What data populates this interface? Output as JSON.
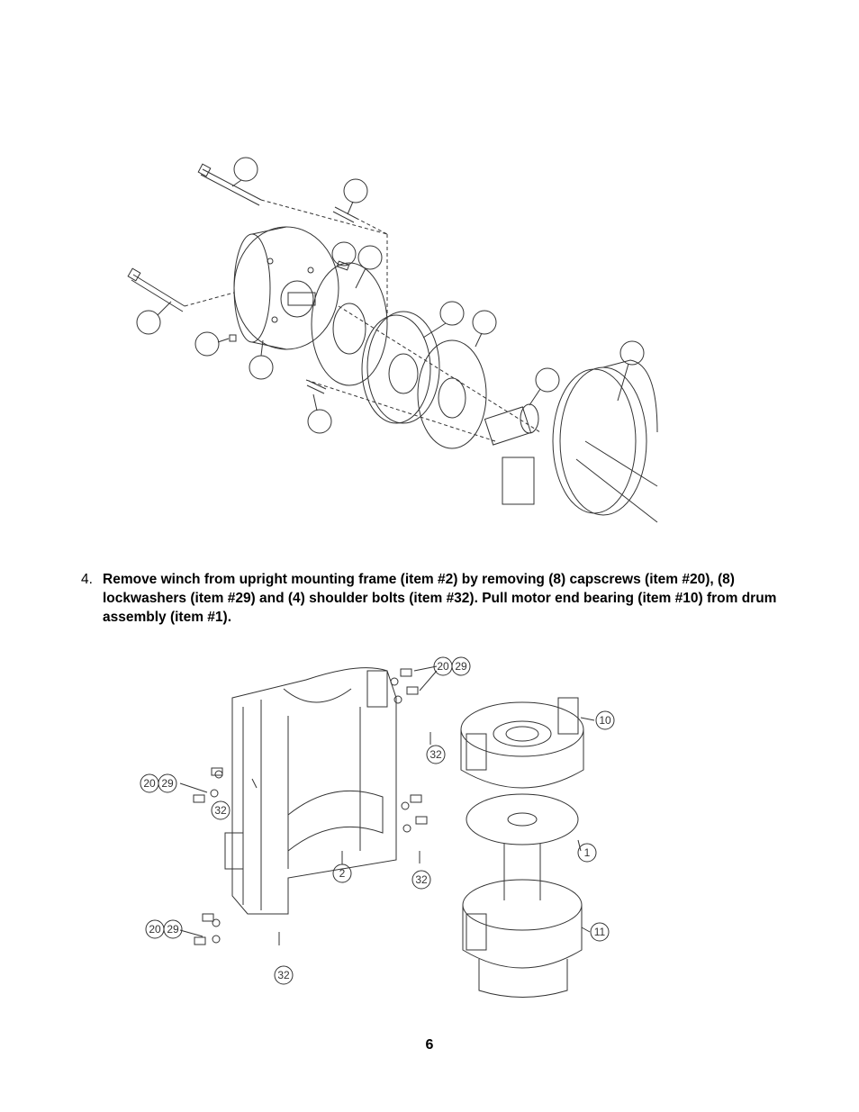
{
  "step": {
    "number": "4.",
    "text": "Remove winch from upright mounting frame (item #2) by removing (8) capscrews (item #20), (8) lockwashers (item #29) and (4) shoulder bolts (item #32). Pull motor end bearing (item #10) from drum assembly (item #1)."
  },
  "callouts_bottom": {
    "c20a": "20",
    "c29a": "29",
    "c20b": "20",
    "c29b": "29",
    "c20c": "20",
    "c29c": "29",
    "c32a": "32",
    "c32b": "32",
    "c32c": "32",
    "c32d": "32",
    "c2": "2",
    "c10": "10",
    "c1": "1",
    "c11": "11"
  },
  "page_number": "6"
}
